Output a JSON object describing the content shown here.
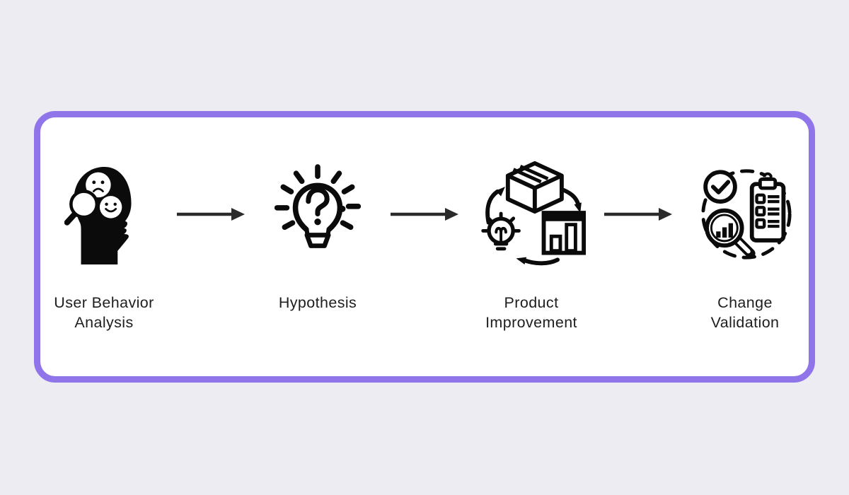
{
  "flow": {
    "steps": [
      {
        "label": "User Behavior\nAnalysis",
        "icon": "head-emotions-magnifier-icon"
      },
      {
        "label": "Hypothesis",
        "icon": "lightbulb-question-icon"
      },
      {
        "label": "Product\nImprovement",
        "icon": "product-improvement-cycle-icon"
      },
      {
        "label": "Change\nValidation",
        "icon": "validation-checklist-icon"
      }
    ],
    "connector": "right-arrow"
  },
  "colors": {
    "page_background": "#EDECF2",
    "panel_background": "#FFFFFF",
    "panel_border": "#8F74EA",
    "icon": "#0B0B0B",
    "arrow": "#2B2B2B",
    "text": "#1E1E1E"
  }
}
